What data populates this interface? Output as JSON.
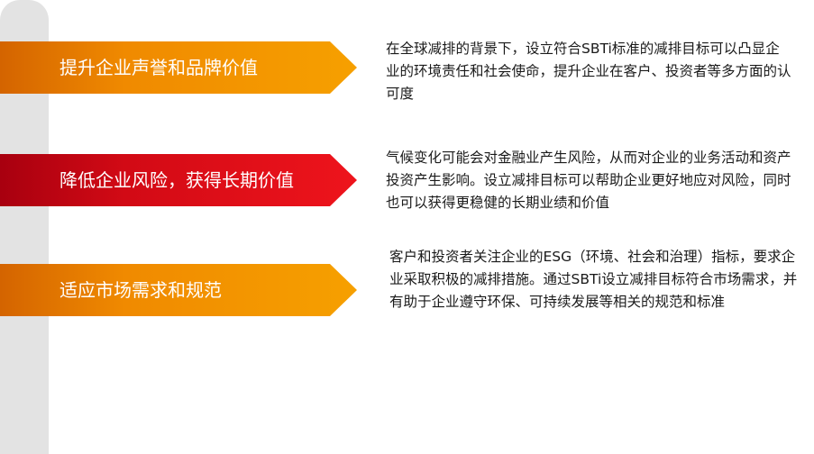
{
  "colors": {
    "rail": "#e3e3e3",
    "orange_dark": "#d46400",
    "orange": "#f39200",
    "red_dark": "#b00010",
    "red": "#e8111b",
    "text": "#1a1a1a"
  },
  "items": [
    {
      "label": "提升企业声誉和品牌价值",
      "description": "在全球减排的背景下，设立符合SBTi标准的减排目标可以凸显企业的环境责任和社会使命，提升企业在客户、投资者等多方面的认可度"
    },
    {
      "label": "降低企业风险，获得长期价值",
      "description": "气候变化可能会对金融业产生风险，从而对企业的业务活动和资产投资产生影响。设立减排目标可以帮助企业更好地应对风险，同时也可以获得更稳健的长期业绩和价值"
    },
    {
      "label": "适应市场需求和规范",
      "description": "客户和投资者关注企业的ESG（环境、社会和治理）指标，要求企业采取积极的减排措施。通过SBTi设立减排目标符合市场需求，并有助于企业遵守环保、可持续发展等相关的规范和标准"
    }
  ]
}
